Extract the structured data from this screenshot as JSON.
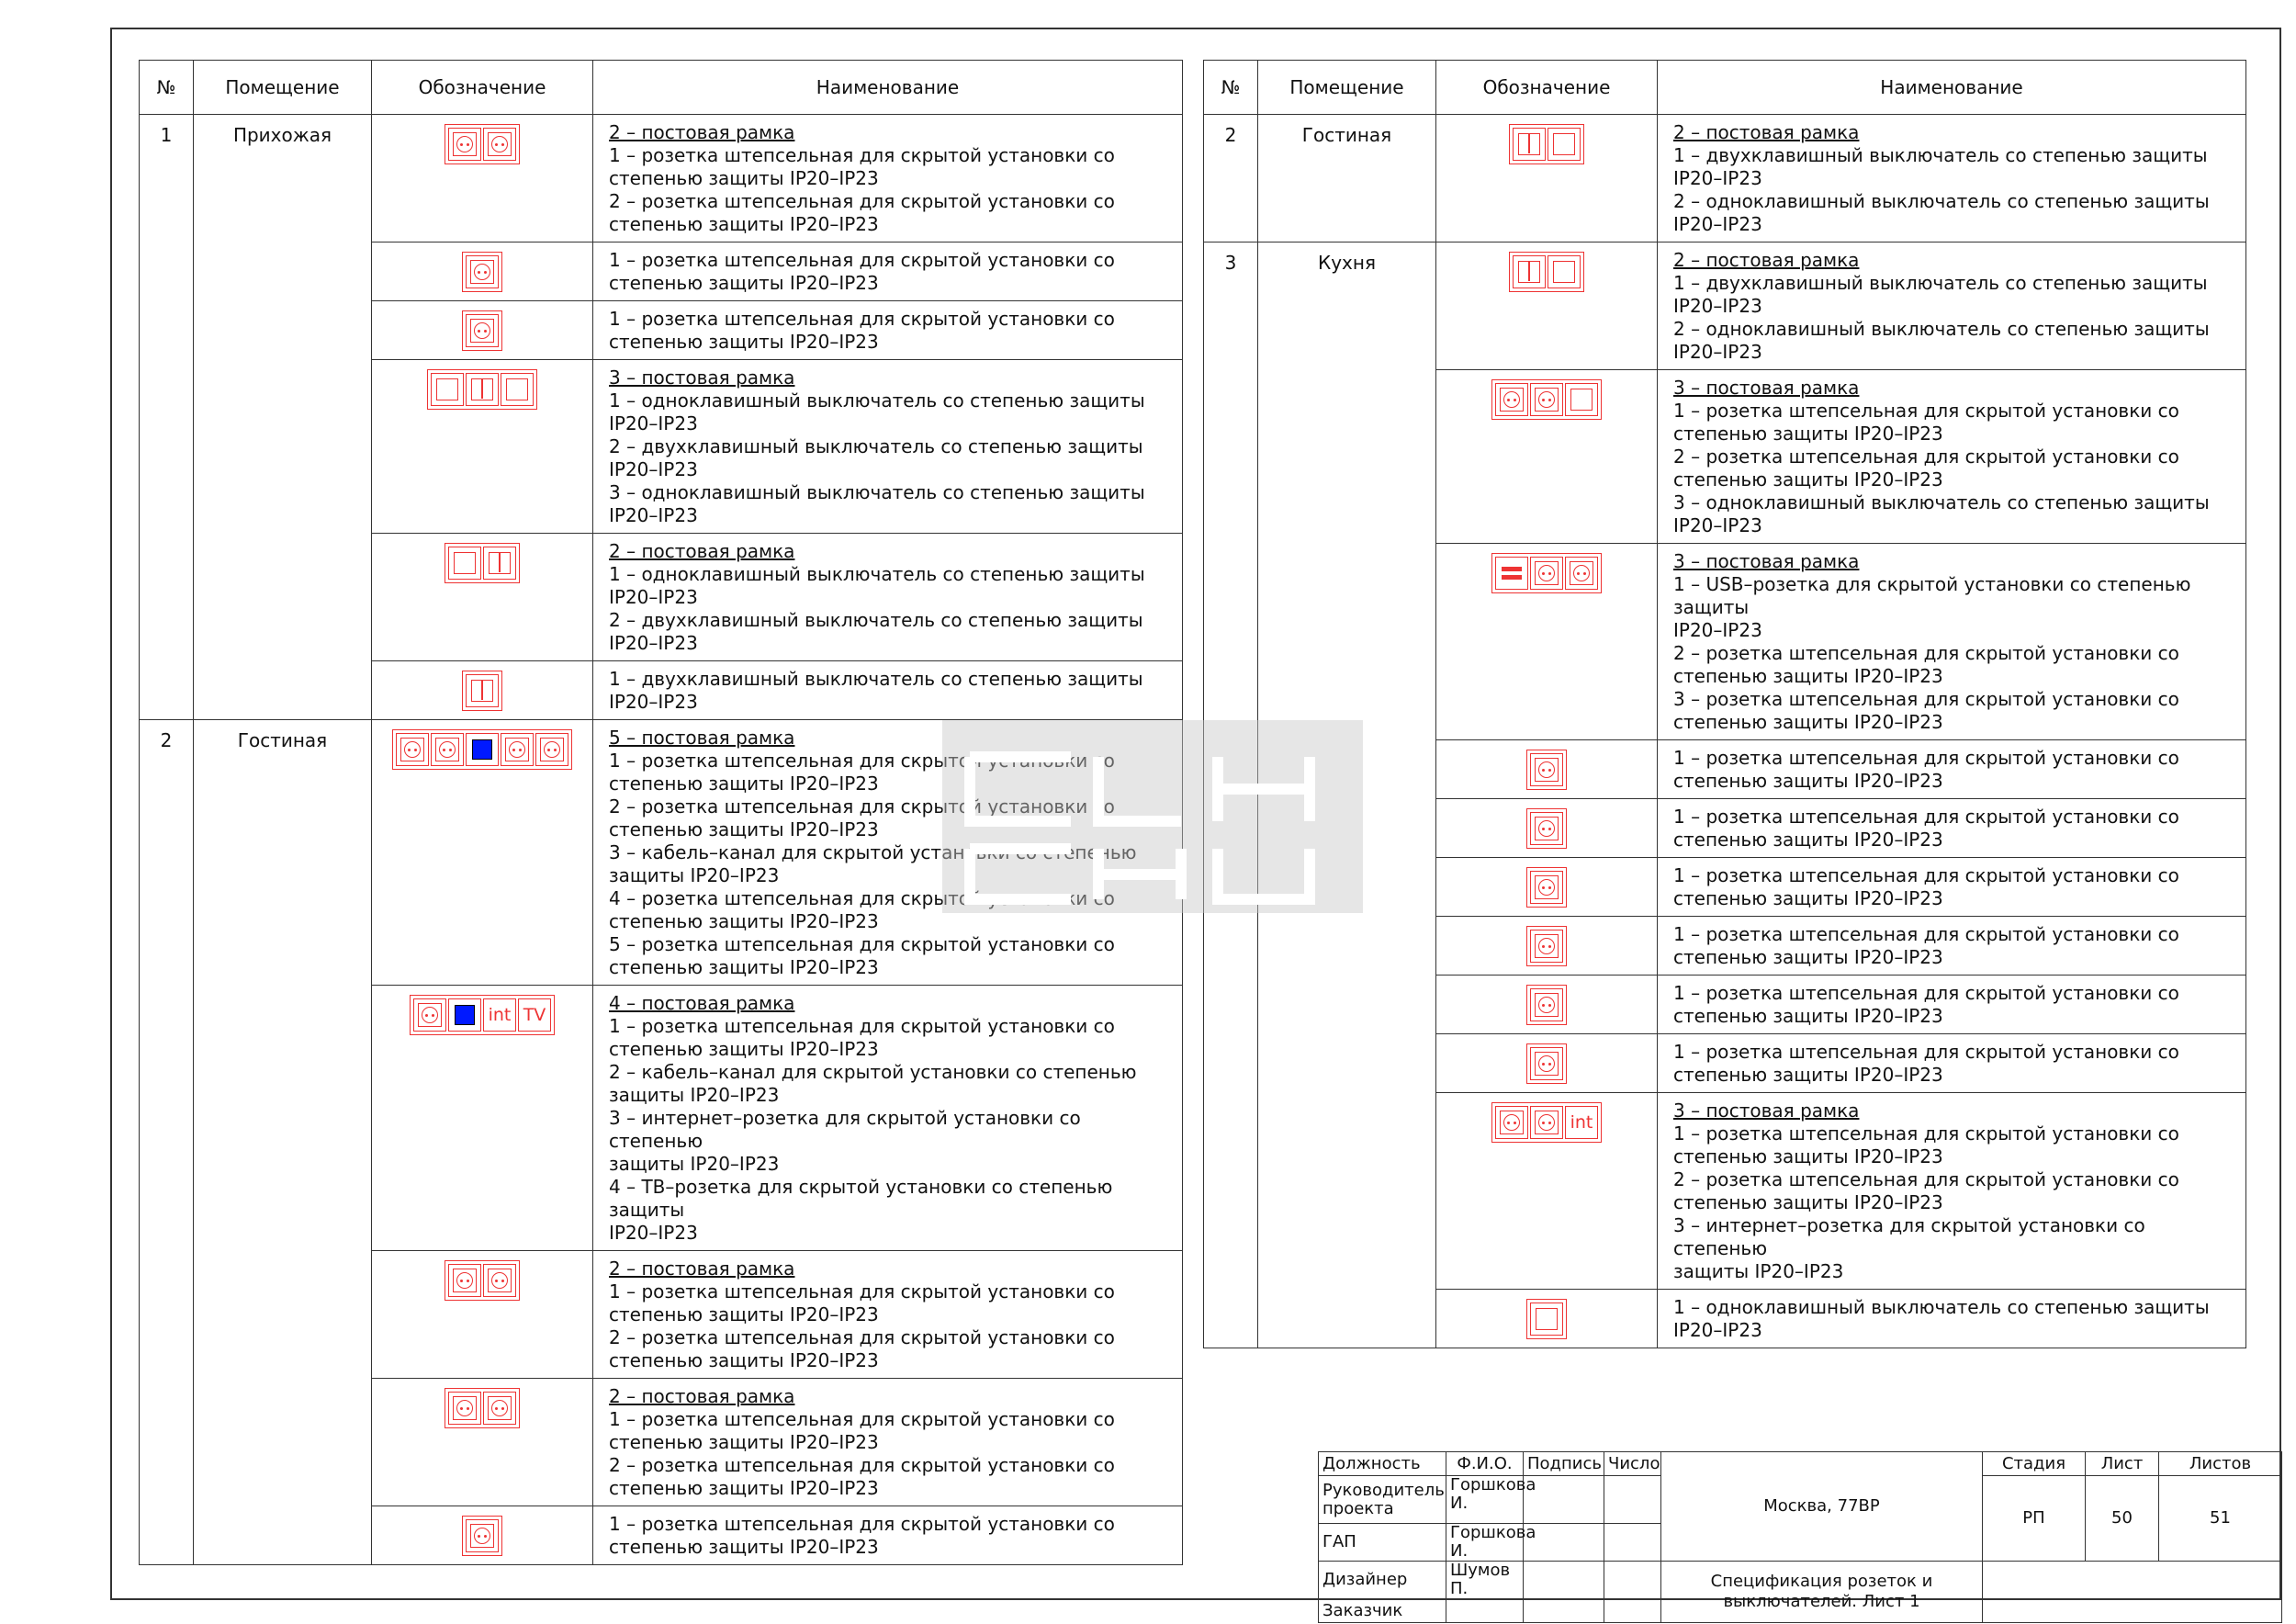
{
  "headers": {
    "num": "№",
    "room": "Помещение",
    "symbol": "Обозначение",
    "name": "Наименование"
  },
  "left_table": {
    "groups": [
      {
        "num": "1",
        "room": "Прихожая",
        "rows": [
          {
            "icons": [
              "socket-icon",
              "socket-icon"
            ],
            "lines": [
              "2 – постовая рамка",
              "1 – розетка штепсельная для скрытой установки со",
              "степенью защиты IP20–IP23",
              "2 – розетка штепсельная для скрытой установки со",
              "степенью защиты IP20–IP23"
            ]
          },
          {
            "icons": [
              "socket-icon"
            ],
            "lines": [
              "1 – розетка штепсельная для скрытой установки со",
              "степенью защиты IP20–IP23"
            ]
          },
          {
            "icons": [
              "socket-icon"
            ],
            "lines": [
              "1 – розетка штепсельная для скрытой установки со",
              "степенью защиты IP20–IP23"
            ]
          },
          {
            "icons": [
              "switch1-icon",
              "switch2-icon",
              "switch1-icon"
            ],
            "lines": [
              "3 – постовая рамка",
              "1 – одноклавишный выключатель со степенью защиты IP20–IP23",
              "2 – двухклавишный выключатель со степенью защиты IP20–IP23",
              "3 – одноклавишный выключатель со степенью защиты IP20–IP23"
            ]
          },
          {
            "icons": [
              "switch1-icon",
              "switch2-icon"
            ],
            "lines": [
              "2 – постовая рамка",
              "1 – одноклавишный выключатель со степенью защиты IP20–IP23",
              "2 – двухклавишный выключатель со степенью защиты IP20–IP23"
            ]
          },
          {
            "icons": [
              "switch2-icon"
            ],
            "lines": [
              "1 – двухклавишный выключатель со степенью защиты IP20–IP23"
            ]
          }
        ]
      },
      {
        "num": "2",
        "room": "Гостиная",
        "rows": [
          {
            "icons": [
              "socket-icon",
              "socket-icon",
              "cable-icon",
              "socket-icon",
              "socket-icon"
            ],
            "lines": [
              "5 – постовая рамка",
              "1 – розетка штепсельная для скрытой установки со",
              "степенью защиты IP20–IP23",
              "2 – розетка штепсельная для скрытой установки со",
              "степенью защиты IP20–IP23",
              "3 – кабель–канал для скрытой установки со степенью",
              "защиты IP20–IP23",
              "4 – розетка штепсельная для скрытой установки со",
              "степенью защиты IP20–IP23",
              "5 – розетка штепсельная для скрытой установки со",
              "степенью защиты IP20–IP23"
            ]
          },
          {
            "icons": [
              "socket-icon",
              "cable-icon",
              "int-icon",
              "tv-icon"
            ],
            "lines": [
              "4 – постовая рамка",
              "1 – розетка штепсельная для скрытой установки со",
              "степенью защиты IP20–IP23",
              "2 – кабель–канал для скрытой установки со степенью",
              "защиты IP20–IP23",
              "3 – интернет–розетка для скрытой установки со степенью",
              "защиты IP20–IP23",
              "4 – ТВ–розетка для скрытой установки со степенью защиты",
              "IP20–IP23"
            ]
          },
          {
            "icons": [
              "socket-icon",
              "socket-icon"
            ],
            "lines": [
              "2 – постовая рамка",
              "1 – розетка штепсельная для скрытой установки со",
              "степенью защиты IP20–IP23",
              "2 – розетка штепсельная для скрытой установки со",
              "степенью защиты IP20–IP23"
            ]
          },
          {
            "icons": [
              "socket-icon",
              "socket-icon"
            ],
            "lines": [
              "2 – постовая рамка",
              "1 – розетка штепсельная для скрытой установки со",
              "степенью защиты IP20–IP23",
              "2 – розетка штепсельная для скрытой установки со",
              "степенью защиты IP20–IP23"
            ]
          },
          {
            "icons": [
              "socket-icon"
            ],
            "lines": [
              "1 – розетка штепсельная для скрытой установки со",
              "степенью защиты IP20–IP23"
            ]
          }
        ]
      }
    ]
  },
  "right_table": {
    "groups": [
      {
        "num": "2",
        "room": "Гостиная",
        "rows": [
          {
            "icons": [
              "switch2-icon",
              "switch1-icon"
            ],
            "lines": [
              "2 – постовая рамка",
              "1 – двухклавишный выключатель со степенью защиты IP20–IP23",
              "2 – одноклавишный выключатель со степенью защиты IP20–IP23"
            ]
          }
        ]
      },
      {
        "num": "3",
        "room": "Кухня",
        "rows": [
          {
            "icons": [
              "switch2-icon",
              "switch1-icon"
            ],
            "lines": [
              "2 – постовая рамка",
              "1 – двухклавишный выключатель со степенью защиты IP20–IP23",
              "2 – одноклавишный выключатель со степенью защиты IP20–IP23"
            ]
          },
          {
            "icons": [
              "socket-icon",
              "socket-icon",
              "switch1-icon"
            ],
            "lines": [
              "3 – постовая рамка",
              "1 – розетка штепсельная для скрытой установки со",
              "степенью защиты IP20–IP23",
              "2 – розетка штепсельная для скрытой установки со",
              "степенью защиты IP20–IP23",
              "3 – одноклавишный выключатель со степенью защиты IP20–IP23"
            ]
          },
          {
            "icons": [
              "usb-icon",
              "socket-icon",
              "socket-icon"
            ],
            "lines": [
              "3 – постовая рамка",
              "1 – USB–розетка для скрытой установки со степенью защиты",
              "IP20–IP23",
              "2 – розетка штепсельная для скрытой установки со",
              "степенью защиты IP20–IP23",
              "3 – розетка штепсельная для скрытой установки со",
              "степенью защиты IP20–IP23"
            ]
          },
          {
            "icons": [
              "socket-icon"
            ],
            "lines": [
              "1 – розетка штепсельная для скрытой установки со",
              "степенью защиты IP20–IP23"
            ]
          },
          {
            "icons": [
              "socket-icon"
            ],
            "lines": [
              "1 – розетка штепсельная для скрытой установки со",
              "степенью защиты IP20–IP23"
            ]
          },
          {
            "icons": [
              "socket-icon"
            ],
            "lines": [
              "1 – розетка штепсельная для скрытой установки со",
              "степенью защиты IP20–IP23"
            ]
          },
          {
            "icons": [
              "socket-icon"
            ],
            "lines": [
              "1 – розетка штепсельная для скрытой установки со",
              "степенью защиты IP20–IP23"
            ]
          },
          {
            "icons": [
              "socket-icon"
            ],
            "lines": [
              "1 – розетка штепсельная для скрытой установки со",
              "степенью защиты IP20–IP23"
            ]
          },
          {
            "icons": [
              "socket-icon"
            ],
            "lines": [
              "1 – розетка штепсельная для скрытой установки со",
              "степенью защиты IP20–IP23"
            ]
          },
          {
            "icons": [
              "socket-icon",
              "socket-icon",
              "int-icon"
            ],
            "lines": [
              "3 – постовая рамка",
              "1 – розетка штепсельная для скрытой установки со",
              "степенью защиты IP20–IP23",
              "2 – розетка штепсельная для скрытой установки со",
              "степенью защиты IP20–IP23",
              "3 – интернет–розетка для скрытой установки со степенью",
              "защиты IP20–IP23"
            ]
          },
          {
            "icons": [
              "switch1-icon"
            ],
            "lines": [
              "1 – одноклавишный выключатель со степенью защиты IP20–IP23"
            ]
          }
        ]
      }
    ]
  },
  "icon_text": {
    "int": "int",
    "tv": "TV"
  },
  "colors": {
    "symbol": "#e33333",
    "cable": "#0019ff"
  },
  "stamp": {
    "h_position": "Должность",
    "h_name": "Ф.И.О.",
    "h_sign": "Подпись",
    "h_date": "Число",
    "r1_position": "Руководитель проекта",
    "r1_name": "Горшкова И.",
    "r2_position": "ГАП",
    "r2_name": "Горшкова И.",
    "r3_position": "Дизайнер",
    "r3_name": "Шумов П.",
    "r4_position": "Заказчик",
    "project": "Москва, 77ВР",
    "sheet_title": "Спецификация розеток и выключателей. Лист 1",
    "h_stage": "Стадия",
    "h_sheet": "Лист",
    "h_sheets": "Листов",
    "stage": "РП",
    "sheet": "50",
    "sheets": "51"
  }
}
